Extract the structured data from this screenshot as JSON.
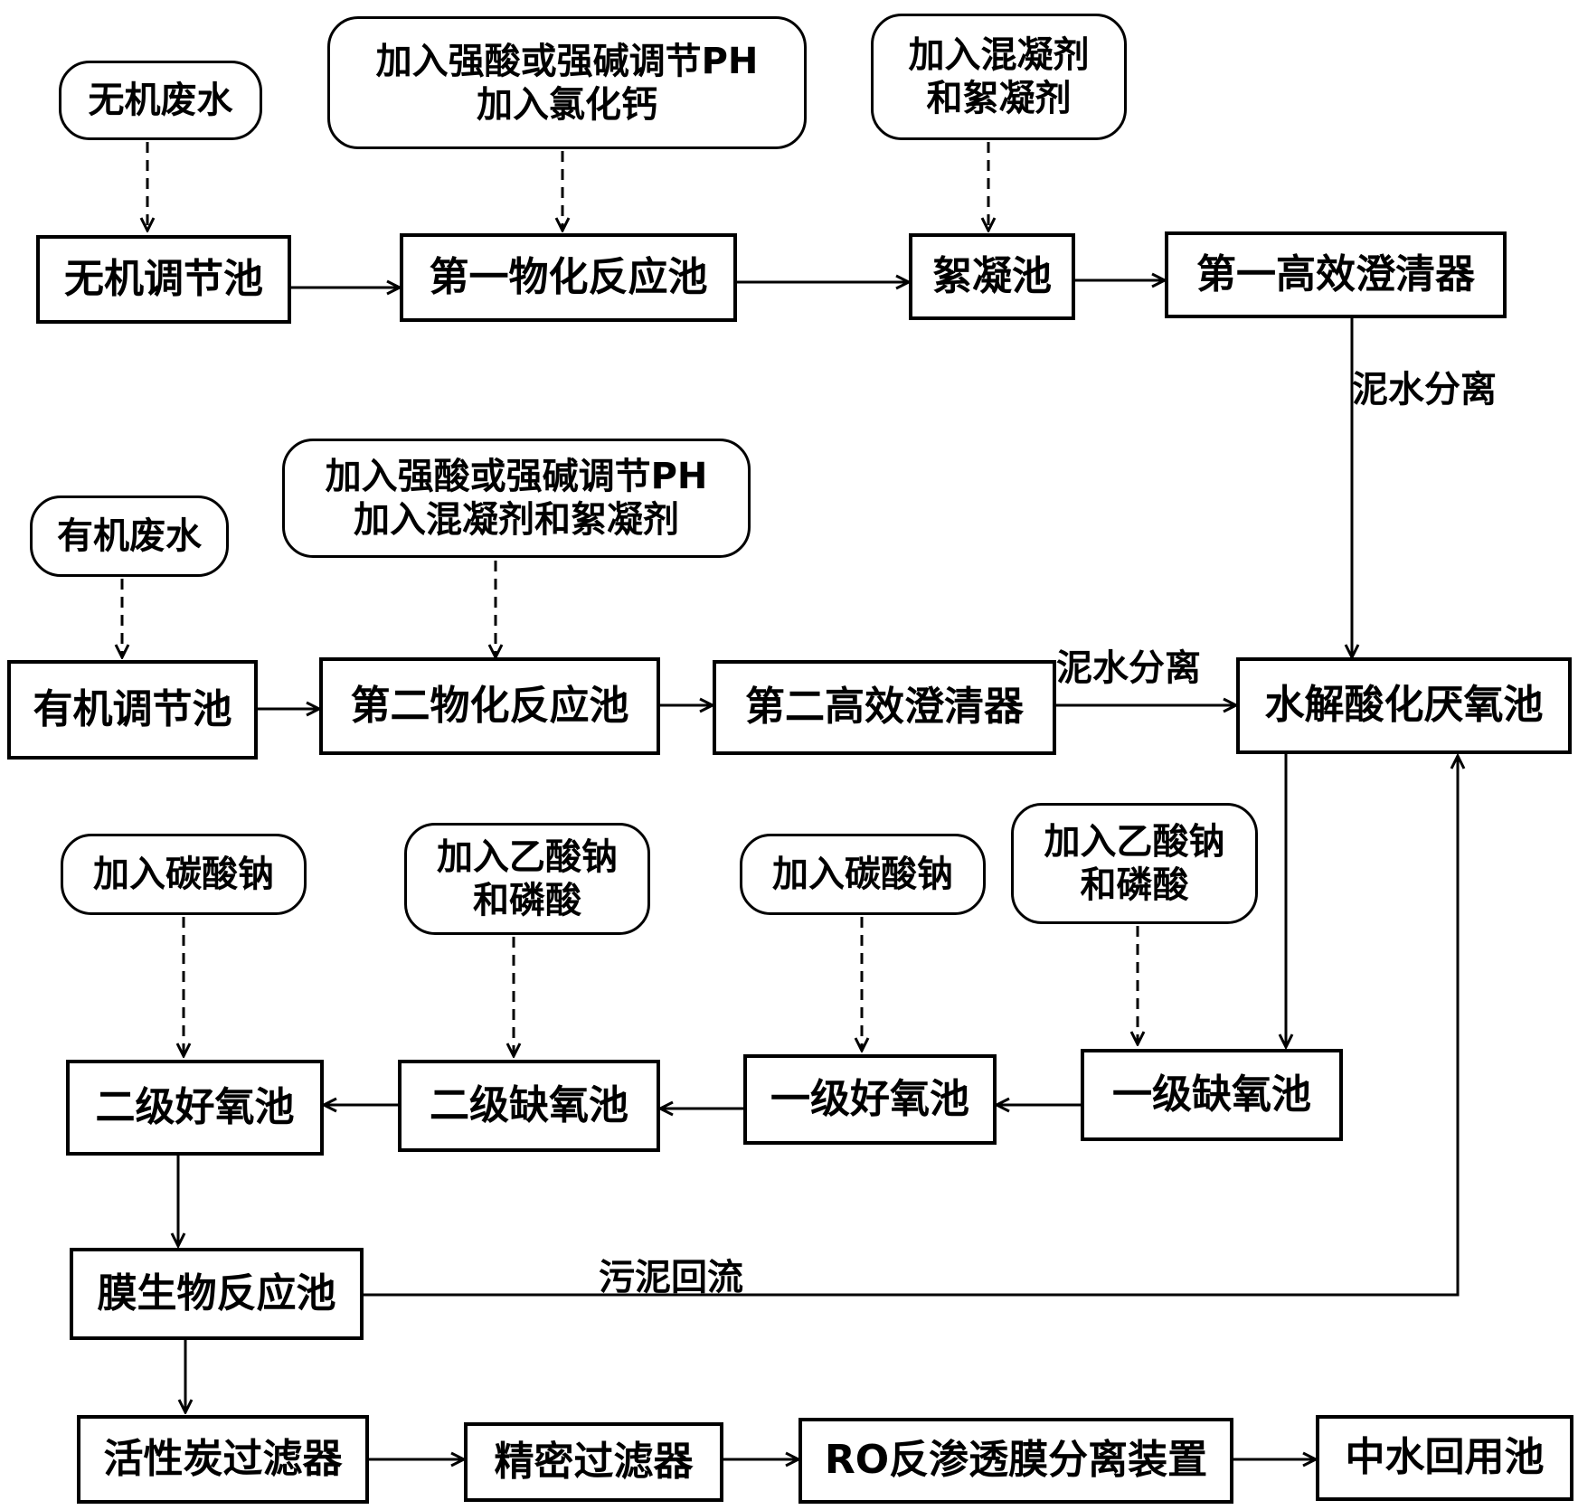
{
  "inputs": {
    "inorganic_wastewater": "无机废水",
    "organic_wastewater": "有机废水"
  },
  "reagents": {
    "r1_line1": "加入强酸或强碱调节PH",
    "r1_line2": "加入氯化钙",
    "r2_line1": "加入混凝剂",
    "r2_line2": "和絮凝剂",
    "r3_line1": "加入强酸或强碱调节PH",
    "r3_line2": "加入混凝剂和絮凝剂",
    "r4": "加入碳酸钠",
    "r5_line1": "加入乙酸钠",
    "r5_line2": "和磷酸",
    "r6": "加入碳酸钠",
    "r7_line1": "加入乙酸钠",
    "r7_line2": "和磷酸"
  },
  "units": {
    "inorganic_equalization_tank": "无机调节池",
    "first_physicochemical_tank": "第一物化反应池",
    "flocculation_tank": "絮凝池",
    "first_clarifier": "第一高效澄清器",
    "organic_equalization_tank": "有机调节池",
    "second_physicochemical_tank": "第二物化反应池",
    "second_clarifier": "第二高效澄清器",
    "hydrolysis_anaerobic_tank": "水解酸化厌氧池",
    "secondary_aerobic_tank": "二级好氧池",
    "secondary_anoxic_tank": "二级缺氧池",
    "primary_aerobic_tank": "一级好氧池",
    "primary_anoxic_tank": "一级缺氧池",
    "mbr_tank": "膜生物反应池",
    "activated_carbon_filter": "活性炭过滤器",
    "precision_filter": "精密过滤器",
    "ro_unit": "RO反渗透膜分离装置",
    "reclaimed_water_tank": "中水回用池"
  },
  "edge_labels": {
    "sludge_water_separation_1": "泥水分离",
    "sludge_water_separation_2": "泥水分离",
    "sludge_return": "污泥回流"
  }
}
